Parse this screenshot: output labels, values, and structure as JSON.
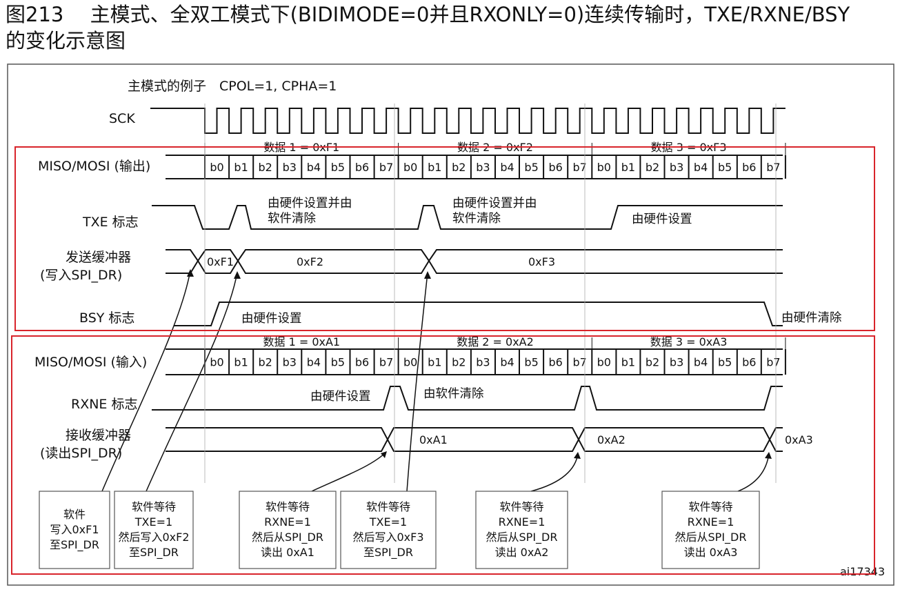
{
  "figure": {
    "title_line1": "图213　 主模式、全双工模式下(BIDIMODE=0并且RXONLY=0)连续传输时，TXE/RXNE/BSY",
    "title_line2": "的变化示意图",
    "example_label": "主模式的例子　CPOL=1, CPHA=1",
    "figure_id": "ai17343"
  },
  "signals": {
    "sck": "SCK",
    "miso_out": "MISO/MOSI (输出)",
    "txe": "TXE 标志",
    "tx_buf_l1": "发送缓冲器",
    "tx_buf_l2": "(写入SPI_DR)",
    "bsy": "BSY 标志",
    "miso_in": "MISO/MOSI (输入)",
    "rxne": "RXNE 标志",
    "rx_buf_l1": "接收缓冲器",
    "rx_buf_l2": "(读出SPI_DR)"
  },
  "bits": [
    "b0",
    "b1",
    "b2",
    "b3",
    "b4",
    "b5",
    "b6",
    "b7"
  ],
  "tx_data_headers": [
    "数据 1 = 0xF1",
    "数据 2 = 0xF2",
    "数据 3 = 0xF3"
  ],
  "rx_data_headers": [
    "数据 1 = 0xA1",
    "数据 2 = 0xA2",
    "数据 3 = 0xA3"
  ],
  "tx_buffer_values": [
    "0xF1",
    "0xF2",
    "0xF3"
  ],
  "rx_buffer_values": [
    "0xA1",
    "0xA2",
    "0xA3"
  ],
  "annotations": {
    "txe_set_clear_1_l1": "由硬件设置并由",
    "txe_set_clear_1_l2": "软件清除",
    "txe_set_clear_2_l1": "由硬件设置并由",
    "txe_set_clear_2_l2": "软件清除",
    "txe_hw_set": "由硬件设置",
    "bsy_hw_set": "由硬件设置",
    "bsy_hw_clear": "由硬件清除",
    "rxne_hw_set": "由硬件设置",
    "rxne_sw_clear": "由软件清除"
  },
  "boxes": [
    [
      "软件",
      "写入0xF1",
      "至SPI_DR"
    ],
    [
      "软件等待",
      "TXE=1",
      "然后写入0xF2",
      "至SPI_DR"
    ],
    [
      "软件等待",
      "RXNE=1",
      "然后从SPI_DR",
      "读出 0xA1"
    ],
    [
      "软件等待",
      "TXE=1",
      "然后写入0xF3",
      "至SPI_DR"
    ],
    [
      "软件等待",
      "RXNE=1",
      "然后从SPI_DR",
      "读出 0xA2"
    ],
    [
      "软件等待",
      "RXNE=1",
      "然后从SPI_DR",
      "读出 0xA3"
    ]
  ],
  "colors": {
    "highlight_border": "#d8232a",
    "line": "#111111",
    "frame": "#555555"
  }
}
